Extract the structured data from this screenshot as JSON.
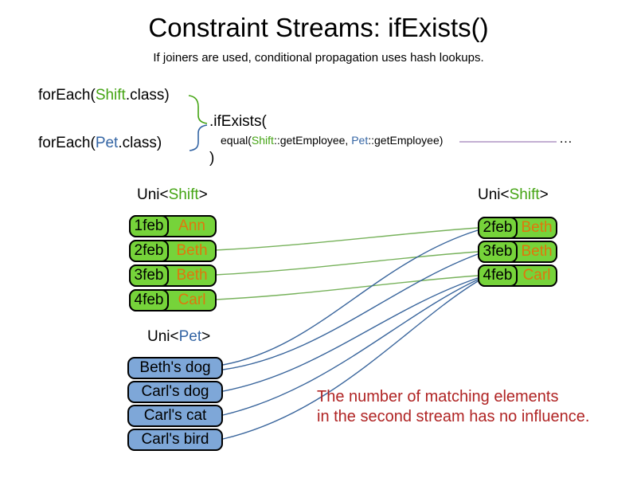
{
  "colors": {
    "green_fill": "#76d33a",
    "type_green": "#44a413",
    "orange_name": "#e0760d",
    "blue_fill": "#7ea7d8",
    "type_blue": "#3465a4",
    "line_green": "#77b25b",
    "line_blue": "#39659c",
    "line_purple": "#9f7fb8",
    "note_red": "#b02424"
  },
  "header": {
    "title": "Constraint Streams: ifExists()",
    "subtitle": "If joiners are used, conditional propagation uses hash lookups."
  },
  "code": {
    "foreach_shift": {
      "prefix": "forEach(",
      "type": "Shift",
      "suffix": ".class)"
    },
    "foreach_pet": {
      "prefix": "forEach(",
      "type": "Pet",
      "suffix": ".class)"
    },
    "if_exists": ".ifExists(",
    "equal": {
      "prefix": "equal(",
      "type1": "Shift",
      "mid": "::getEmployee, ",
      "type2": "Pet",
      "suffix": "::getEmployee)"
    },
    "ellipsis": "…",
    "close_paren": ")"
  },
  "left_shift_table": {
    "label": {
      "prefix": "Uni<",
      "type": "Shift",
      "suffix": ">"
    },
    "rows": [
      {
        "date": "1feb",
        "name": "Ann"
      },
      {
        "date": "2feb",
        "name": "Beth"
      },
      {
        "date": "3feb",
        "name": "Beth"
      },
      {
        "date": "4feb",
        "name": "Carl"
      }
    ]
  },
  "right_shift_table": {
    "label": {
      "prefix": "Uni<",
      "type": "Shift",
      "suffix": ">"
    },
    "rows": [
      {
        "date": "2feb",
        "name": "Beth"
      },
      {
        "date": "3feb",
        "name": "Beth"
      },
      {
        "date": "4feb",
        "name": "Carl"
      }
    ]
  },
  "pet_list": {
    "label": {
      "prefix": "Uni<",
      "type": "Pet",
      "suffix": ">"
    },
    "items": [
      "Beth's dog",
      "Carl's dog",
      "Carl's cat",
      "Carl's bird"
    ]
  },
  "note": {
    "line1": "The number of matching elements",
    "line2": "in the second stream has no influence."
  },
  "connections": {
    "shift_to_shift": [
      {
        "from": "2feb Beth",
        "to": "2feb Beth"
      },
      {
        "from": "3feb Beth",
        "to": "3feb Beth"
      },
      {
        "from": "4feb Carl",
        "to": "4feb Carl"
      }
    ],
    "pet_to_shift": [
      {
        "from": "Beth's dog",
        "to": "2feb Beth"
      },
      {
        "from": "Beth's dog",
        "to": "3feb Beth"
      },
      {
        "from": "Carl's dog",
        "to": "4feb Carl"
      },
      {
        "from": "Carl's cat",
        "to": "4feb Carl"
      },
      {
        "from": "Carl's bird",
        "to": "4feb Carl"
      }
    ]
  }
}
